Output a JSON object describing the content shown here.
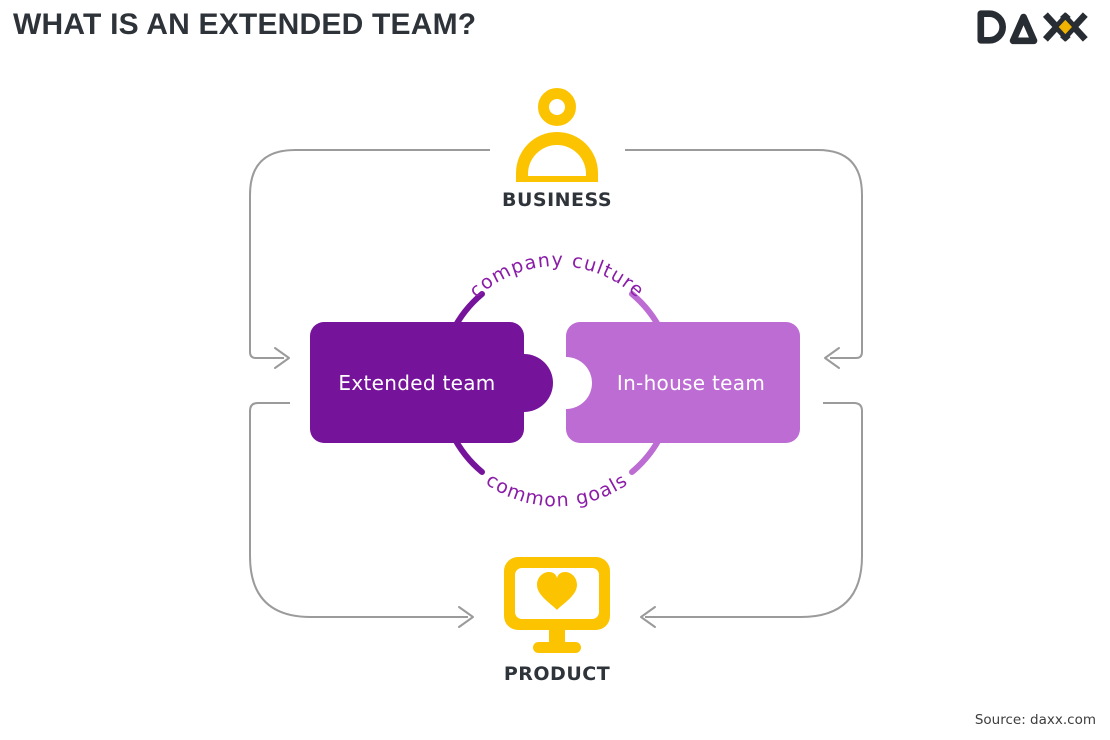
{
  "header": {
    "title": "WHAT IS AN EXTENDED TEAM?",
    "logo_text": "DAXX"
  },
  "diagram": {
    "top_node": {
      "label": "BUSINESS",
      "icon": "person-icon"
    },
    "bottom_node": {
      "label": "PRODUCT",
      "icon": "monitor-heart-icon"
    },
    "left_piece": {
      "label": "Extended team"
    },
    "right_piece": {
      "label": "In-house team"
    },
    "top_arc_label": "company culture",
    "bottom_arc_label": "common goals",
    "colors": {
      "accent_yellow": "#FCC400",
      "logo_diamond_yellow": "#F0B400",
      "dark_purple": "#76139B",
      "light_purple": "#BC6CD3",
      "arc_text_purple": "#8A1CA8",
      "connector_gray": "#9B9B9B",
      "text_dark": "#2D3338"
    }
  },
  "footer": {
    "source": "Source: daxx.com"
  }
}
